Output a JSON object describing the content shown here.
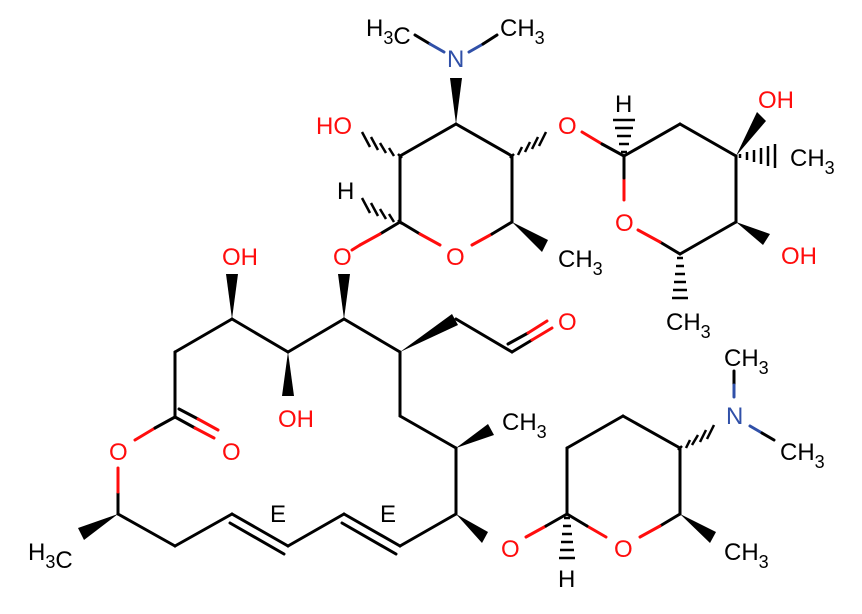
{
  "diagram": {
    "type": "skeletal-structure",
    "colors": {
      "carbon": "#000000",
      "oxygen": "#ff0d0d",
      "nitrogen": "#3050a8",
      "background": "#ffffff"
    },
    "labels": {
      "sugar1_NMe_left": "H3C",
      "sugar1_NMe_right": "CH3",
      "sugar1_N": "N",
      "sugar1_OH": "HO",
      "sugar1_H": "H",
      "sugar1_ring_O": "O",
      "sugar1_CH3": "CH3",
      "glyco_O_1_2": "O",
      "sugar2_H": "H",
      "sugar2_OH_top": "OH",
      "sugar2_CH3_right": "CH3",
      "sugar2_ring_O": "O",
      "sugar2_OH_bottom": "OH",
      "sugar2_CH3_bottom": "CH3",
      "macro_OH_1": "OH",
      "macro_O_glyco": "O",
      "macro_OH_2": "OH",
      "aldehyde_O": "O",
      "carbonyl_O": "O",
      "ester_O": "O",
      "macro_CH3_mid": "CH3",
      "diene_E_1": "E",
      "diene_E_2": "E",
      "macro_CH3_left": "H3C",
      "glyco_O_3": "O",
      "sugar3_H": "H",
      "sugar3_ring_O": "O",
      "sugar3_CH3": "CH3",
      "sugar3_N": "N",
      "sugar3_NMe_top": "CH3",
      "sugar3_NMe_right": "CH3"
    }
  }
}
